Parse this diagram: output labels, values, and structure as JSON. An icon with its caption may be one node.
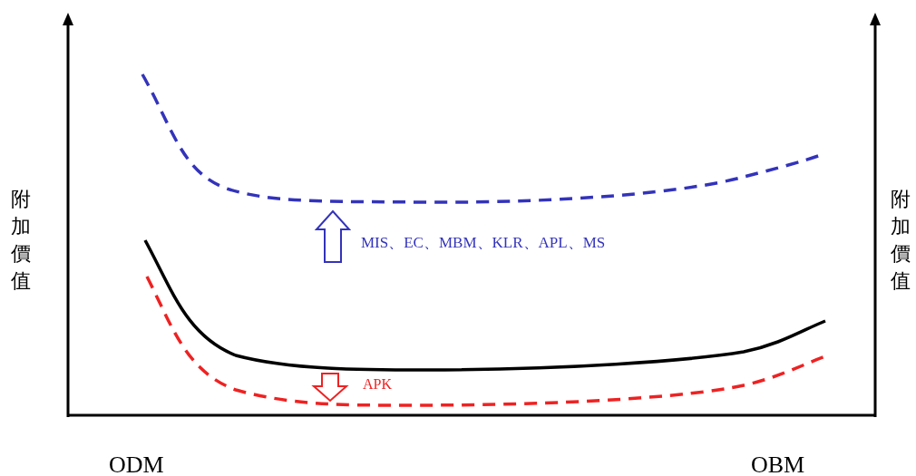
{
  "diagram": {
    "labels": [
      "附加價值",
      "MIS、EC、MBM、KLR、APL、MS",
      "附加價值",
      "APK",
      "ODM",
      "OBM"
    ]
  }
}
